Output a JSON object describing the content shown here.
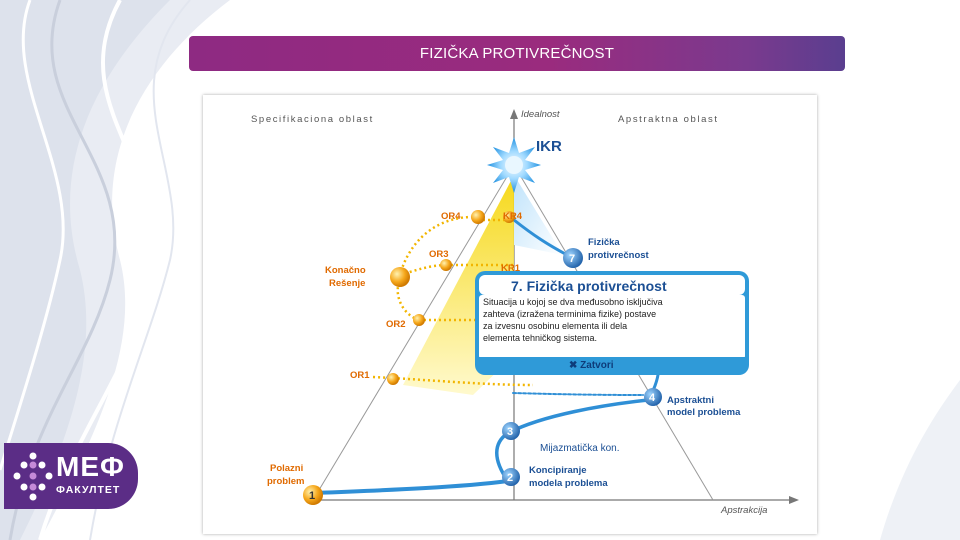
{
  "header": {
    "title": "FIZIČKA PROTIVREČNOST"
  },
  "logo": {
    "line1": "МЕФ",
    "line2": "ФАКУЛТЕТ"
  },
  "diagram": {
    "region_left": "Specifikaciona oblast",
    "region_right": "Apstraktna oblast",
    "axis_vertical": "Idealnost",
    "axis_horizontal": "Apstrakcija",
    "ikr": "IKR",
    "or4": "OR4",
    "or3": "OR3",
    "or2": "OR2",
    "or1": "OR1",
    "kr4": "KR4",
    "kr1": "KR1",
    "konacno_1": "Konačno",
    "konacno_2": "Rešenje",
    "polazni_1": "Polazni",
    "polazni_2": "problem",
    "konc_1": "Koncipiranje",
    "konc_2": "modela problema",
    "apstr_1": "Apstraktni",
    "apstr_2": "model problema",
    "mijaz": "Mijazmatička kon.",
    "fiz_1": "Fizička",
    "fiz_2": "protivrečnost",
    "n1": "1",
    "n2": "2",
    "n3": "3",
    "n4": "4",
    "n7": "7",
    "colors": {
      "accent_blue": "#2f8fd6",
      "path_yellow": "#f2b500",
      "node_orange": "#f2a21a"
    }
  },
  "dialog": {
    "title": "7. Fizička protivrečnost",
    "line1": "Situacija u kojoj se dva međusobno isključiva",
    "line2": "zahteva  (izražena terminima fizike) postave",
    "line3": "za izvesnu osobinu elementa ili dela",
    "line4": "elementa tehničkog sistema.",
    "close_label": "✖ Zatvori"
  }
}
